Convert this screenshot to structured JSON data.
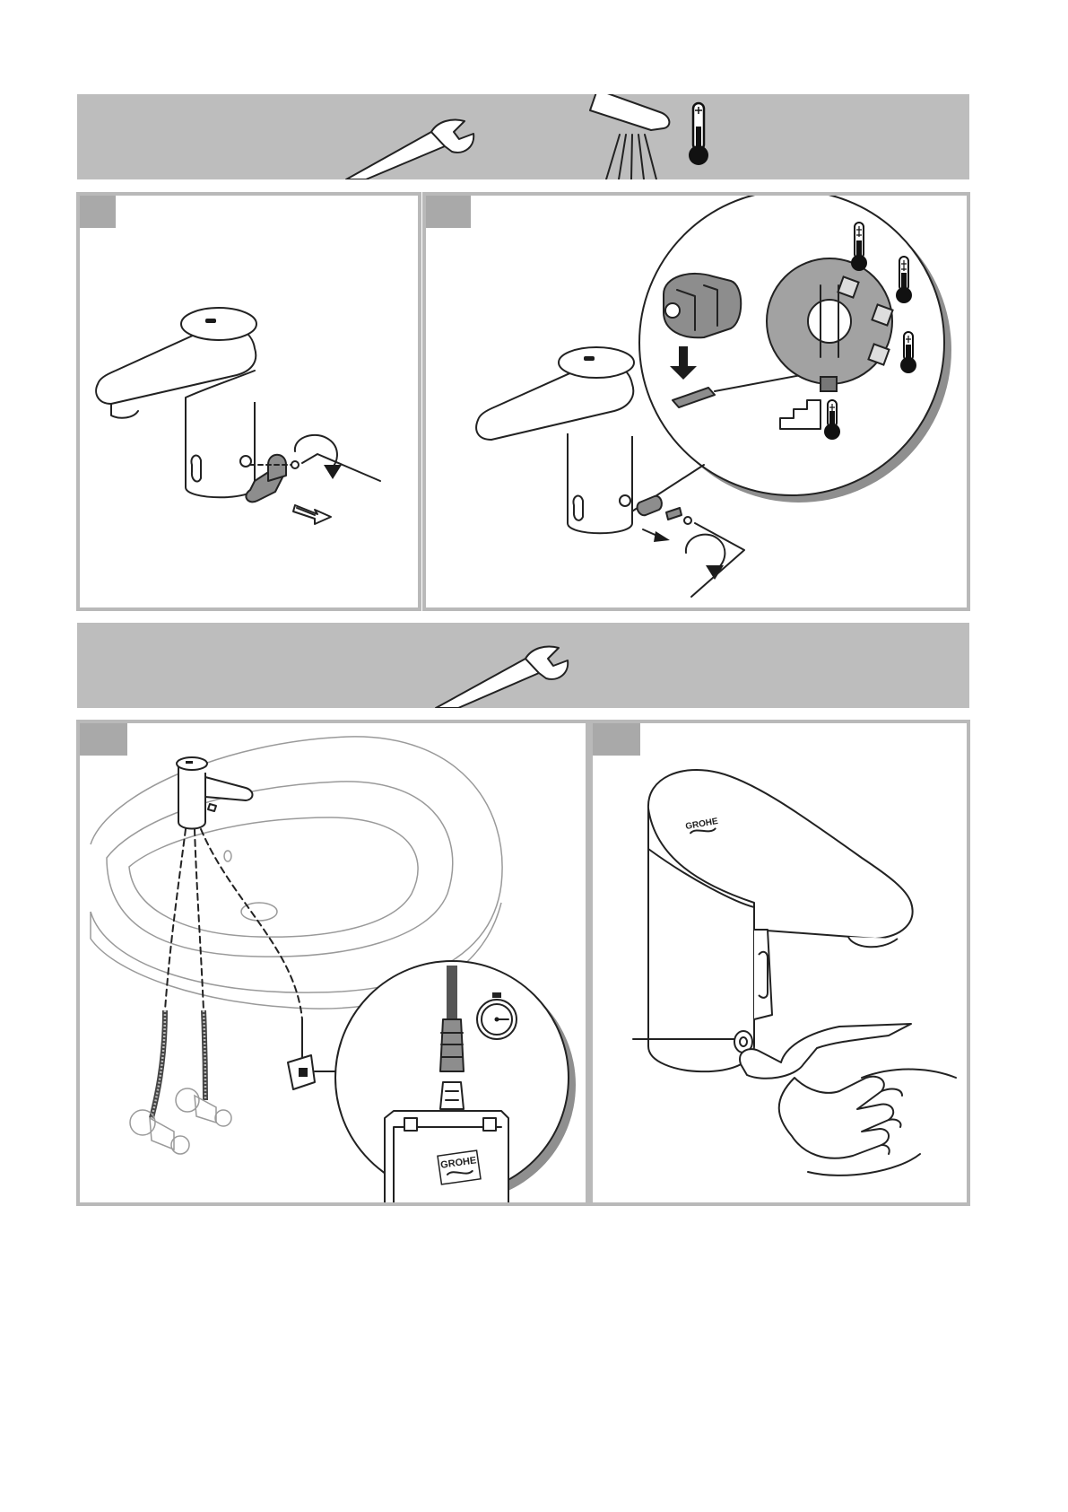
{
  "document": {
    "type": "installation-instructions",
    "brand": {
      "logo_text": "GROHE"
    },
    "icons": {
      "tool": "open-end-wrench-icon",
      "thermometer": "thermometer-icon",
      "hex_key": "allen-key-icon",
      "stopwatch": "stopwatch-icon",
      "rotate": "rotate-arrow-icon"
    },
    "colors": {
      "band": "#bdbdbd",
      "panel_border": "#b9b9b9",
      "step_tab": "#a9a9a9",
      "line_art": "#222222"
    },
    "sections": [
      {
        "id": "temperature-limit",
        "panels": [
          "handle-removal",
          "temperature-stop"
        ]
      },
      {
        "id": "installation",
        "panels": [
          "basin-connection",
          "sensor-check"
        ]
      }
    ]
  }
}
